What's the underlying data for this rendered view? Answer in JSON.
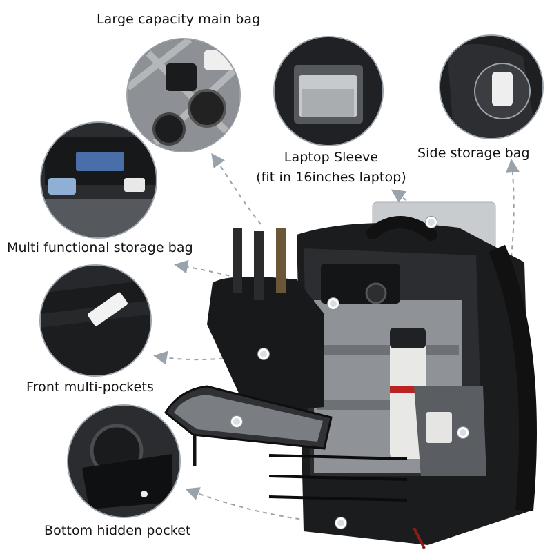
{
  "callouts": {
    "main_bag": "Large capacity main bag",
    "laptop_sleeve_line1": "Laptop Sleeve",
    "laptop_sleeve_line2": "(fit in 16inches laptop)",
    "side_storage": "Side storage bag",
    "multi_storage": "Multi functional storage bag",
    "front_pockets": "Front multi-pockets",
    "bottom_pocket": "Bottom hidden pocket"
  },
  "colors": {
    "bag_body": "#1b1c1e",
    "lining_grey": "#8f9296",
    "callout_line": "#9aa3ab",
    "laptop_silver": "#c9cccf"
  }
}
